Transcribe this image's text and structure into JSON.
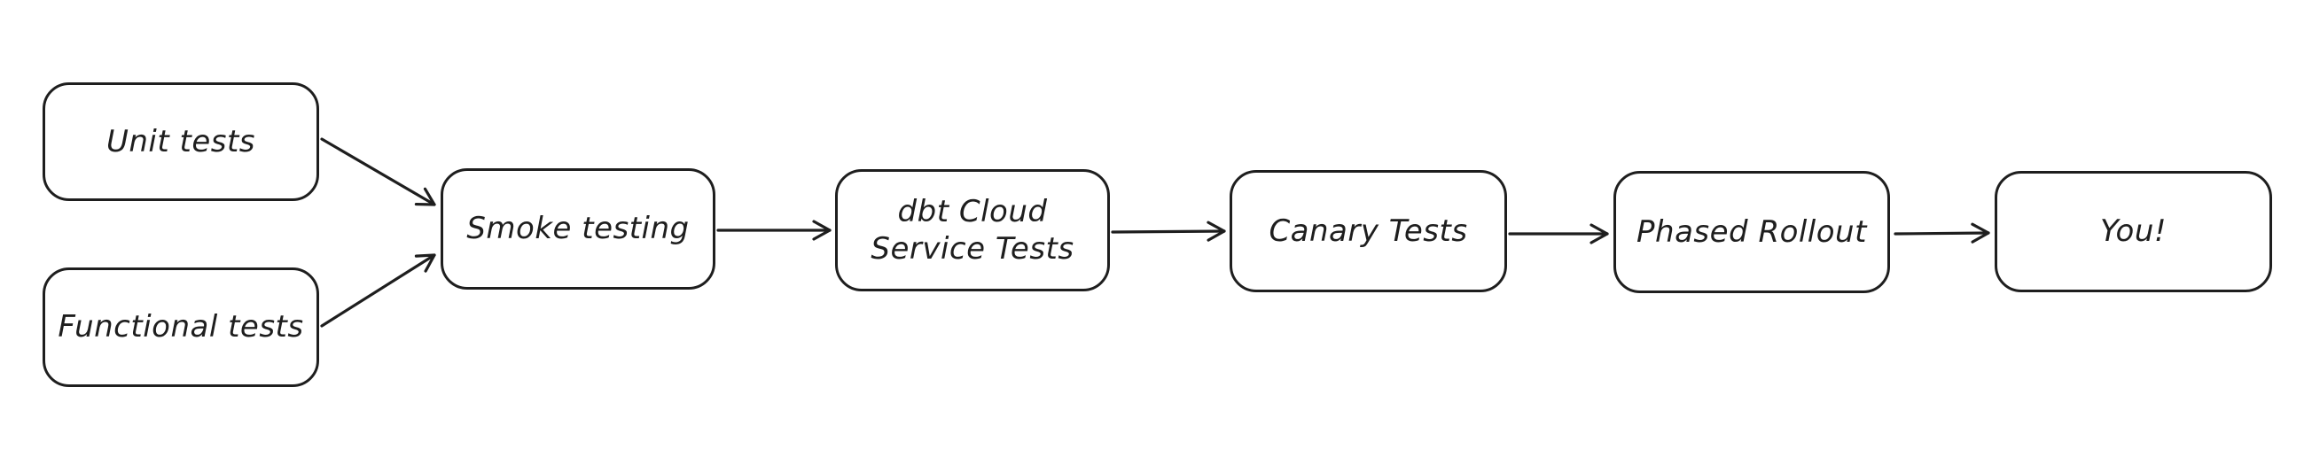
{
  "diagram": {
    "type": "flowchart",
    "style": "hand-drawn",
    "colors": {
      "stroke": "#1e1e1e",
      "background": "#ffffff"
    },
    "nodes": [
      {
        "id": "unit-tests",
        "label": "Unit tests"
      },
      {
        "id": "functional-tests",
        "label": "Functional tests"
      },
      {
        "id": "smoke-testing",
        "label": "Smoke testing"
      },
      {
        "id": "dbt-cloud-service-tests",
        "label": "dbt Cloud\nService Tests"
      },
      {
        "id": "canary-tests",
        "label": "Canary Tests"
      },
      {
        "id": "phased-rollout",
        "label": "Phased Rollout"
      },
      {
        "id": "you",
        "label": "You!"
      }
    ],
    "edges": [
      {
        "from": "unit-tests",
        "to": "smoke-testing"
      },
      {
        "from": "functional-tests",
        "to": "smoke-testing"
      },
      {
        "from": "smoke-testing",
        "to": "dbt-cloud-service-tests"
      },
      {
        "from": "dbt-cloud-service-tests",
        "to": "canary-tests"
      },
      {
        "from": "canary-tests",
        "to": "phased-rollout"
      },
      {
        "from": "phased-rollout",
        "to": "you"
      }
    ]
  }
}
